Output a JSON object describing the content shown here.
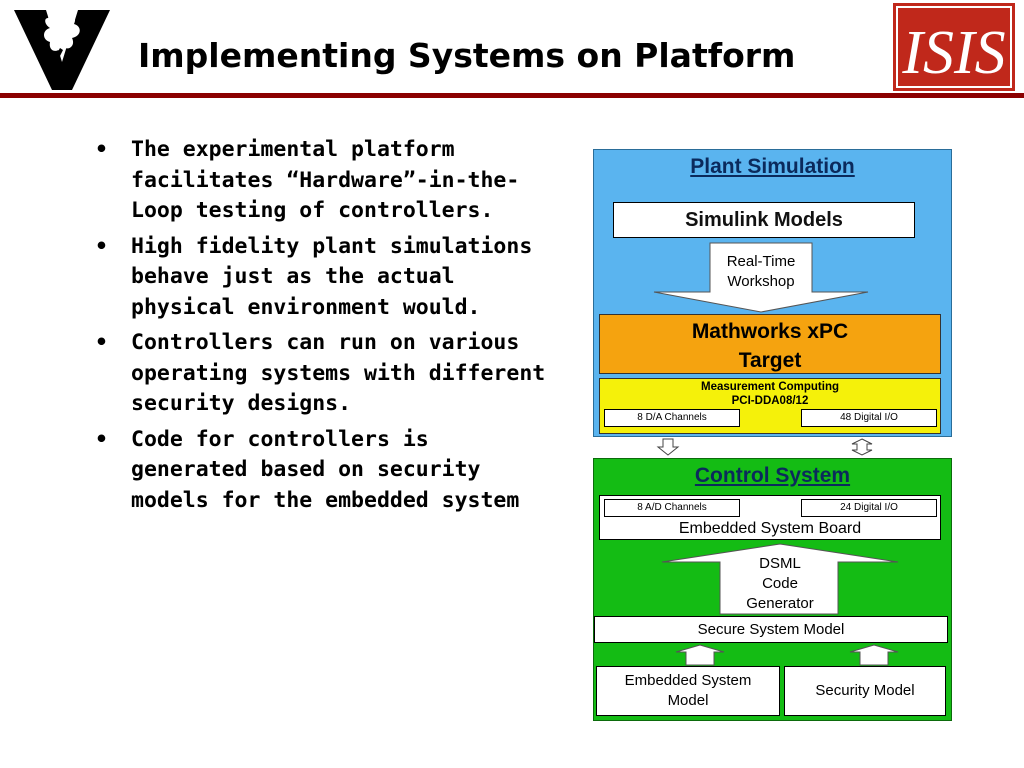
{
  "header": {
    "title": "Implementing Systems on Platform",
    "accent_color": "#8b0000"
  },
  "logos": {
    "left": "vanderbilt-logo",
    "right": "isis-logo",
    "right_text": "ISIS"
  },
  "bullets": [
    "The experimental platform facilitates “Hardware”-in-the-Loop testing of controllers.",
    "High fidelity plant simulations behave just as the actual physical environment would.",
    "Controllers can run on various operating systems with different security designs.",
    "Code for controllers is generated based on security models for the embedded system"
  ],
  "bullet_symbol": "•",
  "diagram": {
    "plant": {
      "title": "Plant Simulation",
      "simulink": "Simulink Models",
      "rtw_line1": "Real-Time",
      "rtw_line2": "Workshop",
      "xpc_line1": "Mathworks xPC",
      "xpc_line2": "Target",
      "meas_line1": "Measurement Computing",
      "meas_line2": "PCI-DDA08/12",
      "da_channels": "8 D/A Channels",
      "digital_io_48": "48 Digital I/O",
      "color": "#5ab4ef"
    },
    "control": {
      "title": "Control System",
      "ad_channels": "8 A/D Channels",
      "digital_io_24": "24 Digital I/O",
      "board": "Embedded System Board",
      "dsml_line1": "DSML",
      "dsml_line2": "Code",
      "dsml_line3": "Generator",
      "secure_model": "Secure System Model",
      "embedded_model_line1": "Embedded System",
      "embedded_model_line2": "Model",
      "security_model": "Security Model",
      "color": "#14bc14"
    },
    "connector_color": "#ffffff",
    "xpc_color": "#f5a30f",
    "meas_color": "#f5f10a"
  }
}
